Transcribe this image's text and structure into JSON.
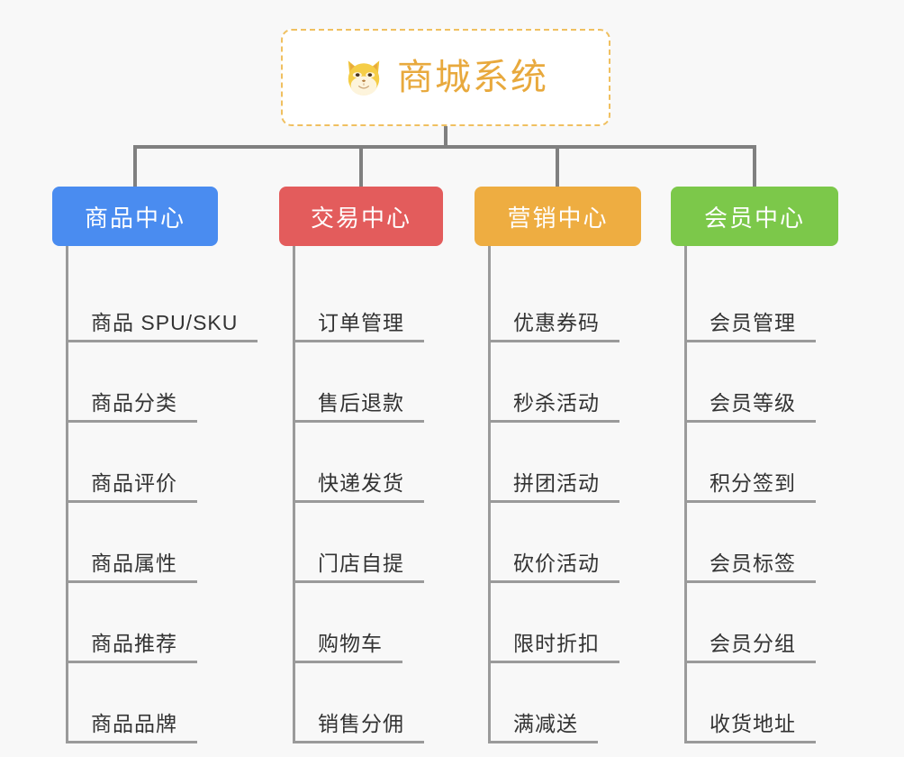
{
  "page": {
    "background_color": "#f8f8f8",
    "line_color": "#808080",
    "leaf_line_color": "#9a9a9a",
    "leaf_text_color": "#333333"
  },
  "root": {
    "icon": "shiba-dog-face-emoji",
    "title": "商城系统",
    "title_color": "#e8a93d",
    "border_color": "#f0c060",
    "background_color": "#ffffff"
  },
  "branches": [
    {
      "label": "商品中心",
      "color": "#4a8cf0",
      "items": [
        "商品 SPU/SKU",
        "商品分类",
        "商品评价",
        "商品属性",
        "商品推荐",
        "商品品牌"
      ]
    },
    {
      "label": "交易中心",
      "color": "#e35c5c",
      "items": [
        "订单管理",
        "售后退款",
        "快递发货",
        "门店自提",
        "购物车",
        "销售分佣"
      ]
    },
    {
      "label": "营销中心",
      "color": "#eead41",
      "items": [
        "优惠券码",
        "秒杀活动",
        "拼团活动",
        "砍价活动",
        "限时折扣",
        "满减送"
      ]
    },
    {
      "label": "会员中心",
      "color": "#7cc košer"
    }
  ],
  "branches_fixed": [
    {
      "label": "会员中心",
      "color": "#7cc84a",
      "items": [
        "会员管理",
        "会员等级",
        "积分签到",
        "会员标签",
        "会员分组",
        "收货地址"
      ]
    }
  ],
  "chart_data": {
    "type": "tree-diagram",
    "title": "商城系统",
    "levels": 3,
    "branch_count": 4,
    "leaves_per_branch": 6
  }
}
